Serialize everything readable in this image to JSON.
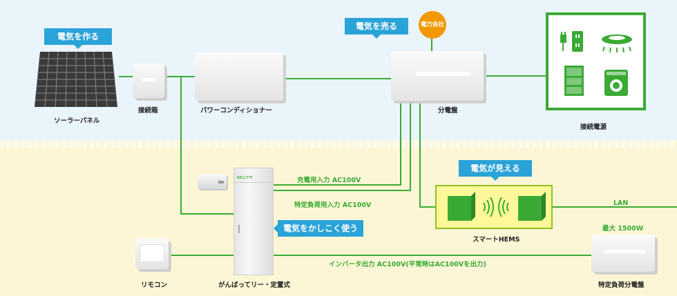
{
  "callouts": {
    "generate": "電気を作る",
    "sell": "電気を売る",
    "visible": "電気が見える",
    "smart_use": "電気をかしこく使う"
  },
  "utility": "電力会社",
  "labels": {
    "solar_panel": "ソーラーパネル",
    "junction_box": "接続箱",
    "power_conditioner": "パワーコンディショナー",
    "distribution_board": "分電盤",
    "connected_power": "接続電源",
    "remote": "リモコン",
    "battery": "がんばってリー・定置式",
    "smart_hems": "スマートHEMS",
    "specific_board": "特定負荷分電盤"
  },
  "line_labels": {
    "charge_input": "充電用入力 AC100V",
    "specific_input": "特定負荷用入力 AC100V",
    "lan": "LAN",
    "max": "最大 1500W",
    "inverter_output": "インバータ出力 AC100V(平常時はAC100Vを出力)"
  },
  "battery_brand": "GSユアサ",
  "colors": {
    "line_green": "#3aaa35",
    "callout_blue": "#2aa3d9",
    "utility_orange": "#f39800",
    "hems_yellow": "#fff799"
  }
}
